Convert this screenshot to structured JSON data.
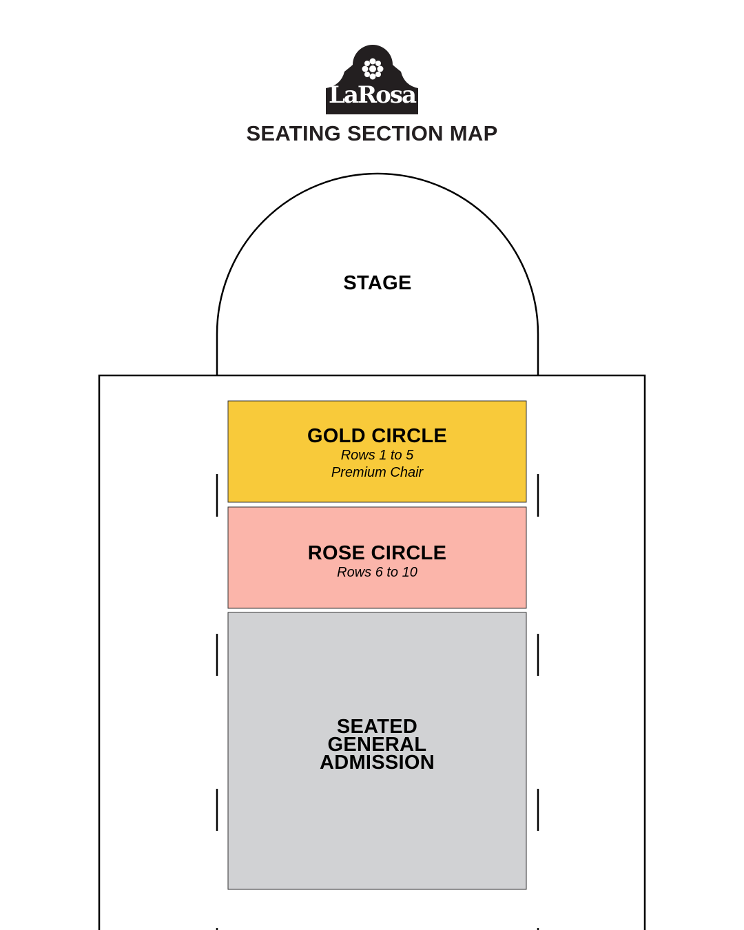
{
  "logo": {
    "text": "LaRosa"
  },
  "title": "SEATING SECTION MAP",
  "stage": {
    "label": "STAGE"
  },
  "sections": [
    {
      "name": "GOLD CIRCLE",
      "details": [
        "Rows 1 to 5",
        "Premium Chair"
      ],
      "color": "#F8CA3A"
    },
    {
      "name": "ROSE CIRCLE",
      "details": [
        "Rows 6 to 10"
      ],
      "color": "#FBB5AA"
    },
    {
      "name_lines": [
        "SEATED",
        "GENERAL",
        "ADMISSION"
      ],
      "color": "#D1D2D4"
    }
  ]
}
